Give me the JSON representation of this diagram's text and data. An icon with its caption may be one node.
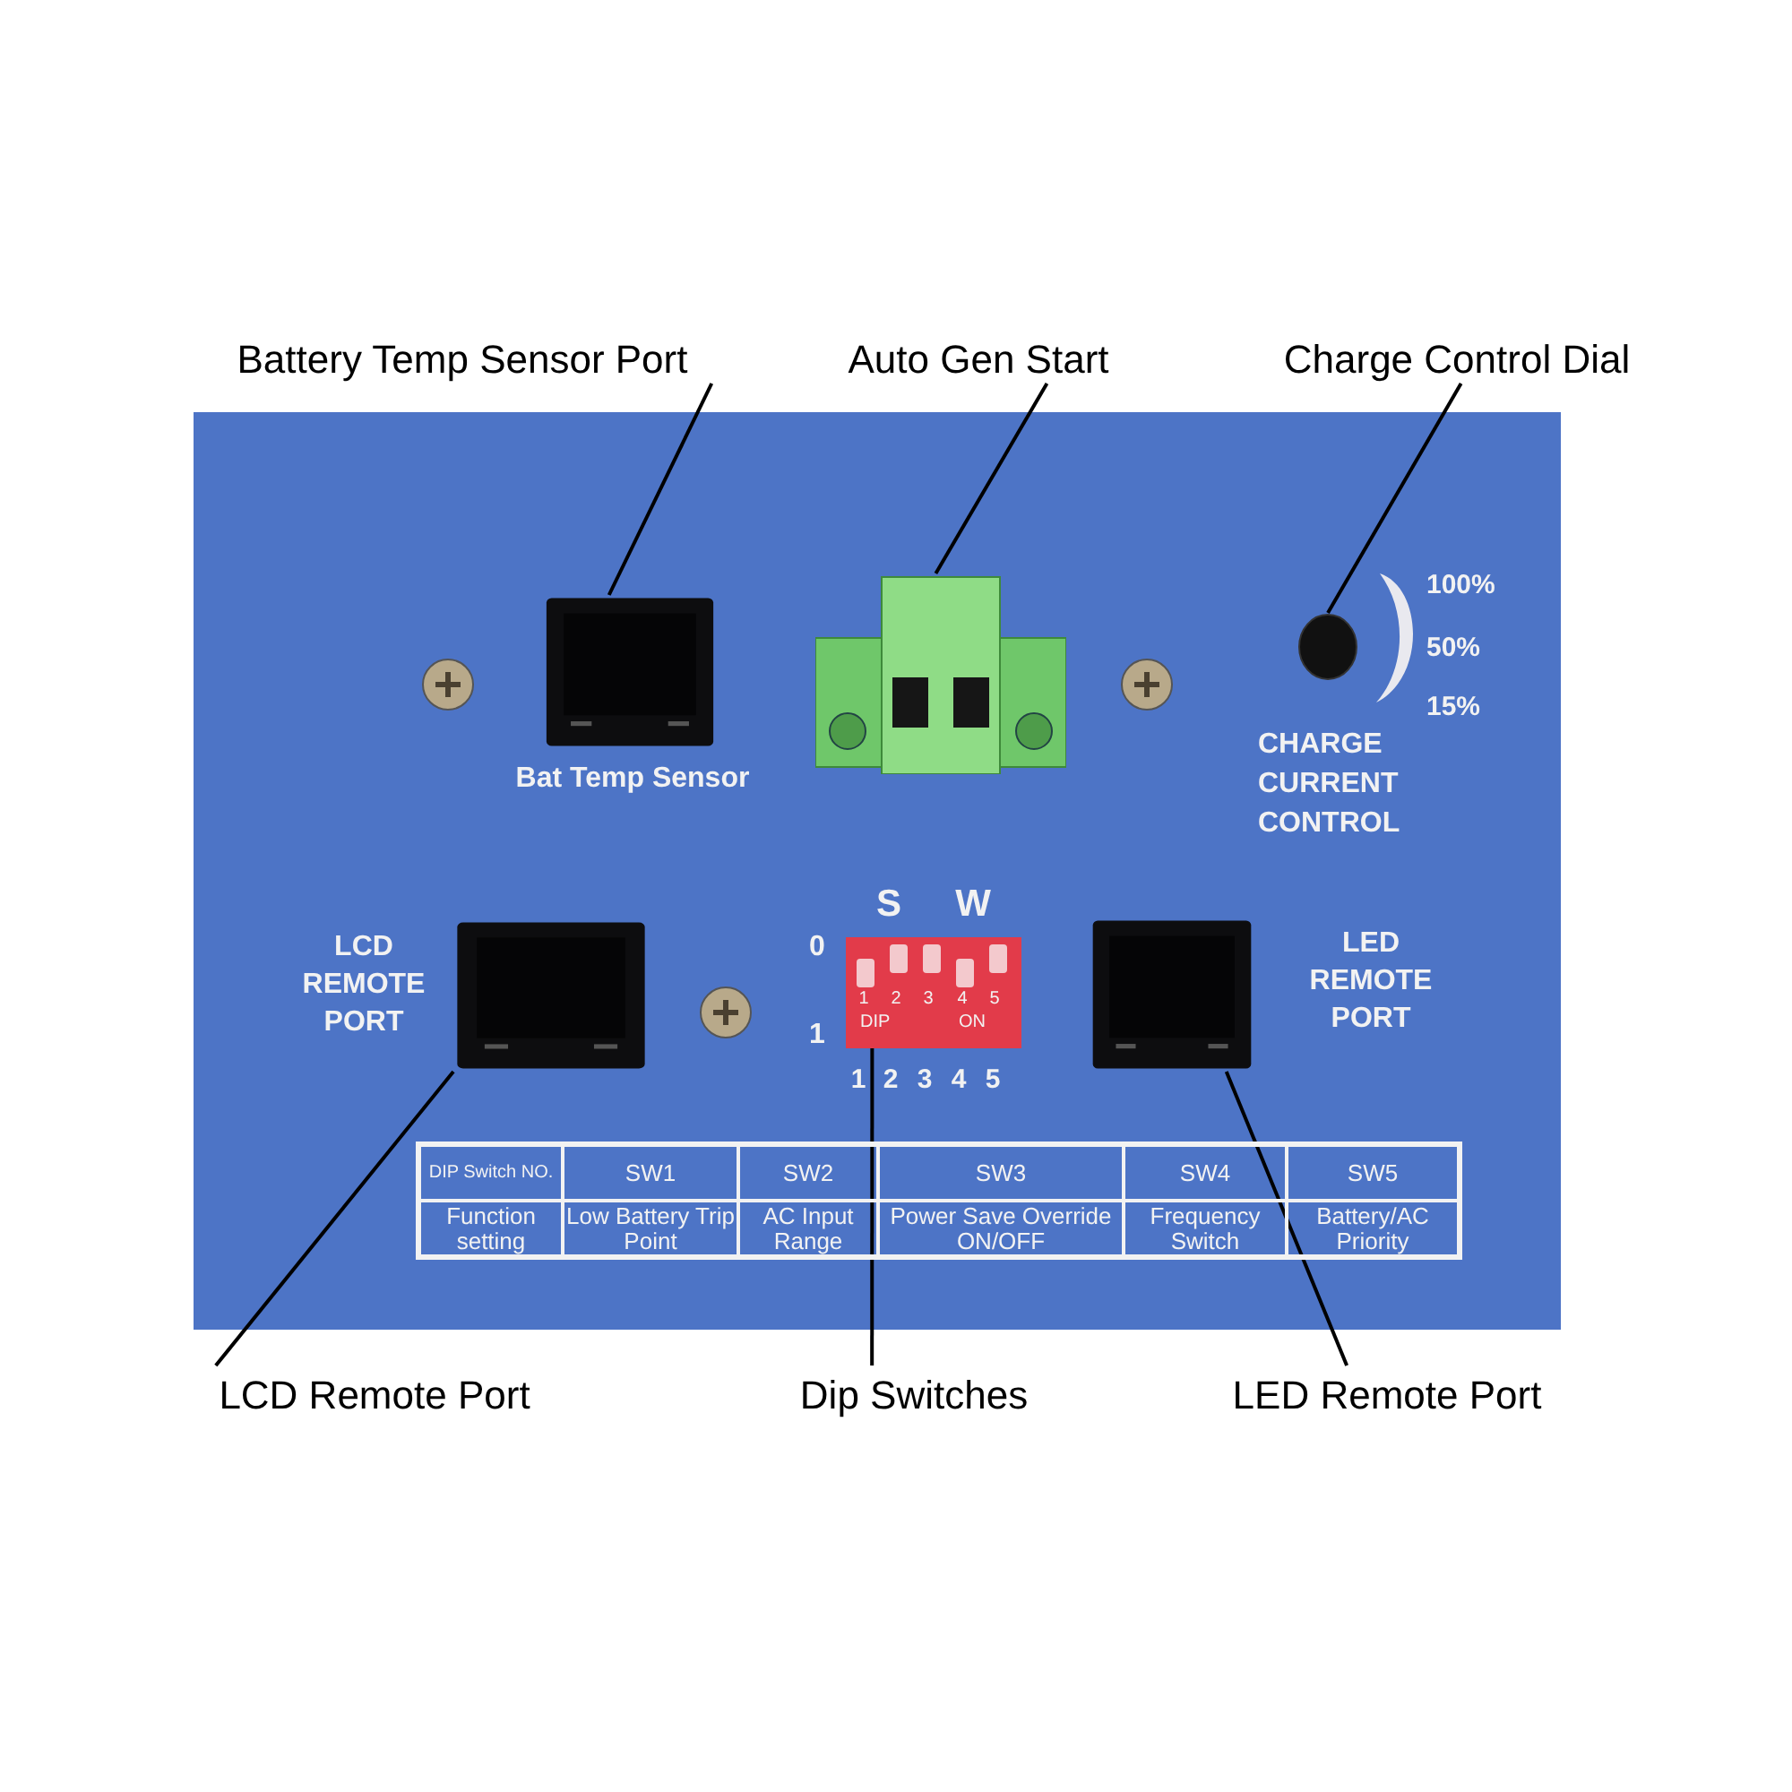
{
  "diagram": {
    "nodes": [
      {
        "text": [
          "Battery Temp Sensor Port"
        ]
      },
      {
        "text": [],
        "shape": "box"
      },
      {
        "text": [
          "Auto Gen Start"
        ]
      },
      {
        "text": [],
        "shape": "box"
      },
      {
        "text": [
          "Charge Control Dial"
        ]
      },
      {
        "text": [],
        "shape": "circle"
      },
      {
        "text": [
          "LCD Remote Port"
        ]
      },
      {
        "text": [],
        "shape": "box"
      },
      {
        "text": [
          "Dip Switches"
        ]
      },
      {
        "text": [],
        "shape": "box"
      },
      {
        "text": [
          "LED Remote Port"
        ]
      },
      {
        "text": [],
        "shape": "box"
      }
    ],
    "edges": [
      {
        "from": 0,
        "to": 1,
        "arrow": "none"
      },
      {
        "from": 2,
        "to": 3,
        "arrow": "none"
      },
      {
        "from": 4,
        "to": 5,
        "arrow": "none"
      },
      {
        "from": 6,
        "to": 7,
        "arrow": "none"
      },
      {
        "from": 8,
        "to": 9,
        "arrow": "none"
      },
      {
        "from": 10,
        "to": 11,
        "arrow": "none"
      }
    ],
    "labels": [
      "Bat Temp Sensor",
      "100%",
      "50%",
      "15%",
      "CHARGE CURRENT CONTROL",
      "LCD REMOTE PORT",
      "S",
      "W",
      "0",
      "1",
      "1",
      "2",
      "3",
      "4",
      "5",
      "DIP",
      "ON",
      "1",
      "2",
      "3",
      "4",
      "5",
      "LED REMOTE PORT",
      "DIP Switch NO.",
      "SW1",
      "SW2",
      "SW3",
      "SW4",
      "SW5",
      "Function setting",
      "Low Battery Trip Point",
      "AC Input Range",
      "Power Save Override ON/OFF",
      "Frequency Switch",
      "Battery/AC Priority"
    ]
  }
}
